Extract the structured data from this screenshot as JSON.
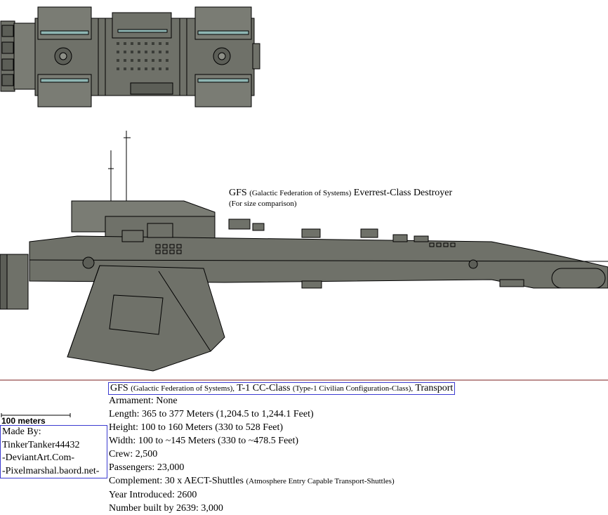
{
  "colors": {
    "hull": "#6f7169",
    "hull_dark": "#4a4c47",
    "hull_light": "#8d8f87",
    "outline": "#000000",
    "window": "#8fb6b3",
    "divider": "#7a1e1e",
    "box_border": "#3b3bd1"
  },
  "comparison": {
    "prefix": "GFS",
    "org_small": "(Galactic Federation of Systems)",
    "class": "Everrest-Class Destroyer",
    "note": "(For size comparison)"
  },
  "title": {
    "prefix": "GFS",
    "org_small": "(Galactic Federation of Systems),",
    "class": "T-1 CC-Class",
    "class_small": "(Type-1 Civilian Configuration-Class),",
    "role": "Transport"
  },
  "specs": {
    "armament": "Armament: None",
    "length": "Length: 365 to 377 Meters (1,204.5 to 1,244.1 Feet)",
    "height": "Height: 100 to 160 Meters (330 to 528 Feet)",
    "width": "Width: 100 to ~145 Meters (330 to ~478.5 Feet)",
    "crew": "Crew: 2,500",
    "passengers": "Passengers: 23,000",
    "complement": "Complement: 30 x AECT-Shuttles",
    "complement_small": "(Atmosphere Entry Capable Transport-Shuttles)",
    "year": "Year Introduced: 2600",
    "built": "Number built by 2639: 3,000"
  },
  "scale": {
    "label": "100 meters"
  },
  "credits": {
    "line1": "Made By:",
    "line2": "TinkerTanker44432",
    "line3": "-DeviantArt.Com-",
    "line4": "-Pixelmarshal.baord.net-"
  }
}
